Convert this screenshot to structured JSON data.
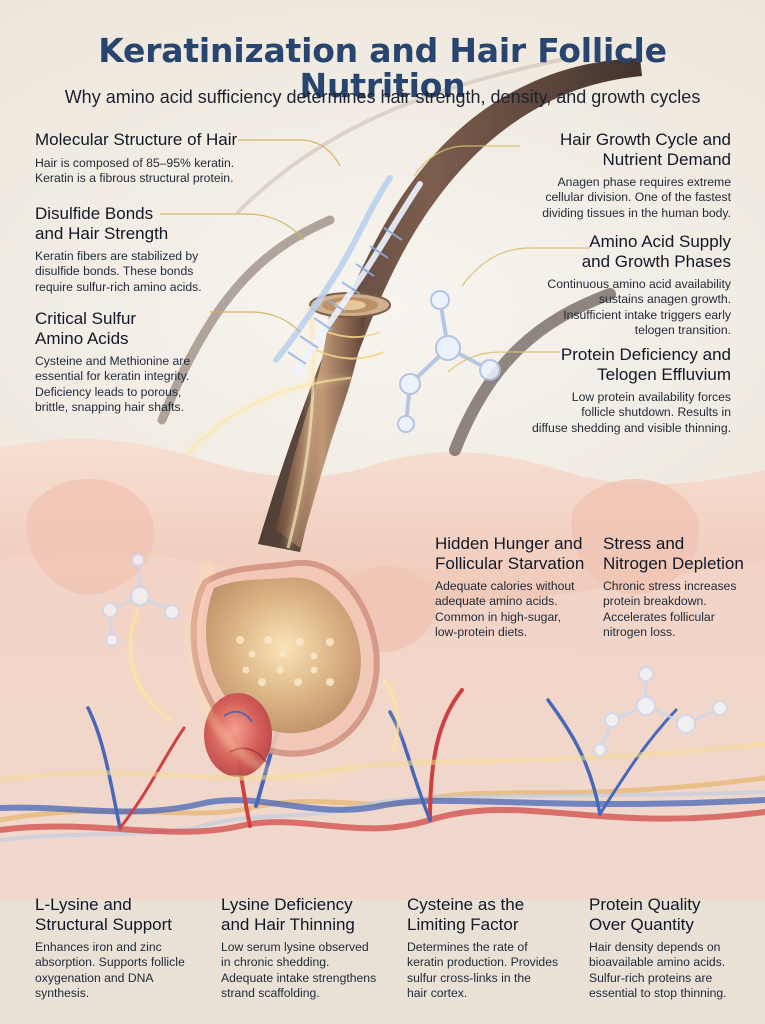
{
  "header": {
    "title": "Keratinization and Hair Follicle Nutrition",
    "subtitle": "Why amino acid sufficiency determines hair strength, density, and growth cycles"
  },
  "callouts": {
    "molecular": {
      "title": "Molecular Structure of Hair",
      "body": "Hair is composed of 85–95% keratin.\nKeratin is a fibrous structural protein."
    },
    "disulfide": {
      "title": "Disulfide Bonds\nand Hair Strength",
      "body": "Keratin fibers are stabilized by\ndisulfide bonds. These bonds\nrequire sulfur-rich amino acids."
    },
    "sulfur": {
      "title": "Critical Sulfur\nAmino Acids",
      "body": "Cysteine and Methionine are\nessential for keratin integrity.\nDeficiency leads to porous,\nbrittle, snapping hair shafts."
    },
    "growth_cycle": {
      "title": "Hair Growth Cycle and\nNutrient Demand",
      "body": "Anagen phase requires extreme\ncellular division. One of the fastest\ndividing tissues in the human body."
    },
    "amino_supply": {
      "title": "Amino Acid Supply\nand Growth Phases",
      "body": "Continuous amino acid availability\nsustains anagen growth.\nInsufficient intake triggers early\ntelogen transition."
    },
    "protein_deficiency": {
      "title": "Protein Deficiency and\nTelogen Effluvium",
      "body": "Low protein availability forces\nfollicle shutdown. Results in\ndiffuse shedding and visible thinning."
    },
    "hidden_hunger": {
      "title": "Hidden Hunger and\nFollicular Starvation",
      "body": "Adequate calories without\nadequate amino acids.\nCommon in high-sugar,\nlow-protein diets."
    },
    "stress": {
      "title": "Stress and\nNitrogen Depletion",
      "body": "Chronic stress increases\nprotein breakdown.\nAccelerates follicular\nnitrogen loss."
    }
  },
  "bottom": [
    {
      "title": "L-Lysine and\nStructural Support",
      "body": "Enhances iron and zinc\nabsorption. Supports follicle\noxygenation and DNA\nsynthesis."
    },
    {
      "title": "Lysine Deficiency\nand Hair Thinning",
      "body": "Low serum lysine observed\nin chronic shedding.\nAdequate intake strengthens\nstrand scaffolding."
    },
    {
      "title": "Cysteine as the\nLimiting Factor",
      "body": "Determines the rate of\nkeratin production. Provides\nsulfur cross-links in the\nhair cortex."
    },
    {
      "title": "Protein Quality\nOver Quantity",
      "body": "Hair density depends on\nbioavailable amino acids.\nSulfur-rich proteins are\nessential to stop thinning."
    }
  ],
  "icons": {
    "dna": "dna-helix-icon",
    "molecule": "molecule-icon"
  },
  "colors": {
    "title": "#27456e",
    "skin": "#e8b5a0",
    "vein": "#3f62b8",
    "artery": "#cc3a3a",
    "gold": "#e6c15a"
  }
}
